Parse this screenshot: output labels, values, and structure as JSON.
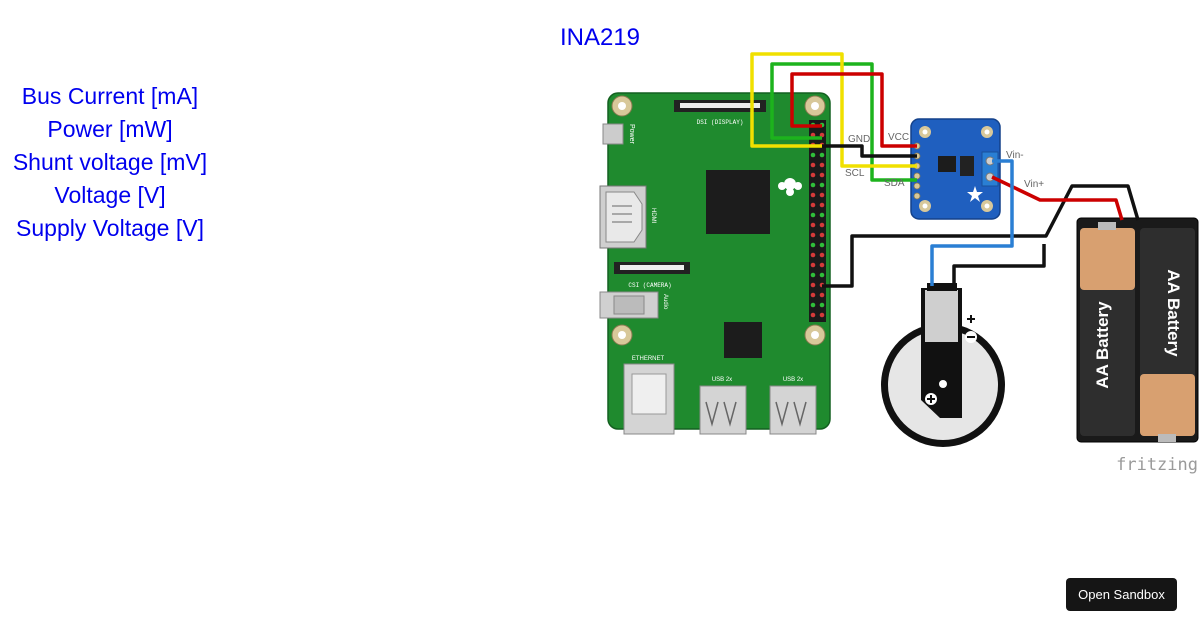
{
  "title": "INA219",
  "readouts": [
    {
      "label": "Bus Current [mA]"
    },
    {
      "label": "Power [mW]"
    },
    {
      "label": "Shunt voltage [mV]"
    },
    {
      "label": "Voltage [V]"
    },
    {
      "label": "Supply Voltage [V]"
    }
  ],
  "diagram": {
    "pin_labels": {
      "gnd": "GND",
      "vcc": "VCC",
      "scl": "SCL",
      "sda": "SDA",
      "vin_minus": "Vin-",
      "vin_plus": "Vin+"
    },
    "rpi": {
      "power": "Power",
      "dsi": "DSI (DISPLAY)",
      "hdmi": "HDMI",
      "csi": "CSI (CAMERA)",
      "audio": "Audio",
      "ethernet": "ETHERNET",
      "usb_left": "USB 2x",
      "usb_right": "USB 2x"
    },
    "battery_labels": [
      "AA Battery",
      "AA Battery"
    ],
    "watermark": "fritzing"
  },
  "wire_colors": {
    "red": "#cc0000",
    "black": "#111111",
    "yellow": "#f0e000",
    "green": "#1db31d",
    "blue": "#2a7fd4"
  },
  "sandbox_button": "Open Sandbox"
}
